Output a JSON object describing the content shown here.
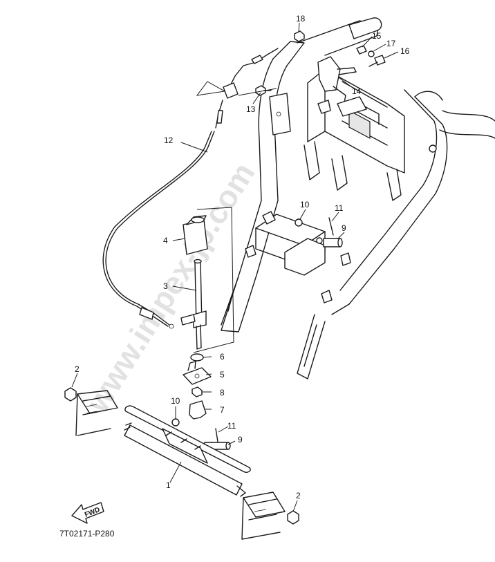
{
  "drawing_number": "7T02171-P280",
  "watermark": "www.impex-jp.com",
  "fwd_label": "FWD",
  "callouts": {
    "c1": "1",
    "c2a": "2",
    "c2b": "2",
    "c3": "3",
    "c4": "4",
    "c5": "5",
    "c6": "6",
    "c7": "7",
    "c8": "8",
    "c9a": "9",
    "c9b": "9",
    "c10a": "10",
    "c10b": "10",
    "c11a": "11",
    "c11b": "11",
    "c12": "12",
    "c13": "13",
    "c14": "14",
    "c15": "15",
    "c16": "16",
    "c17": "17",
    "c18": "18"
  }
}
